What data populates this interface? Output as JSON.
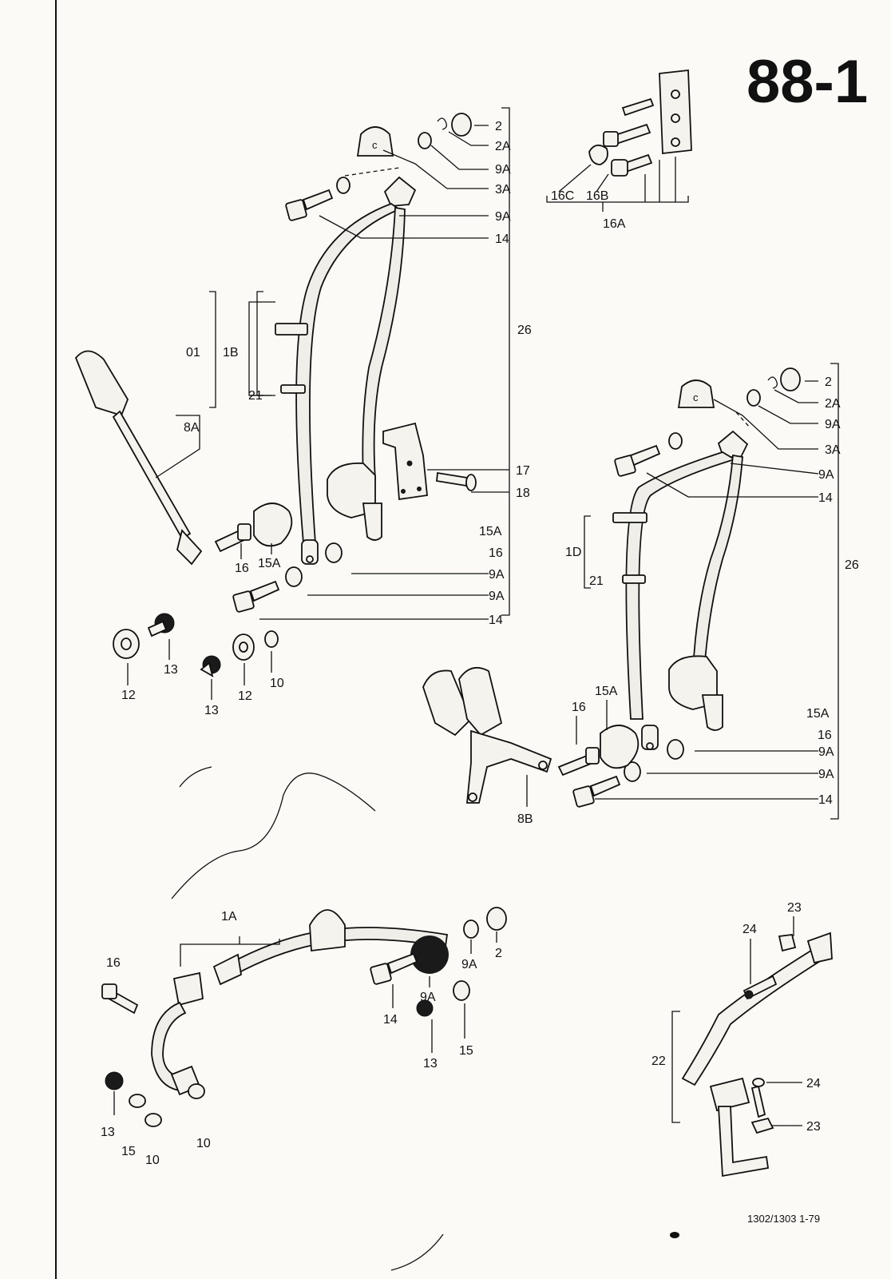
{
  "page_number": "88-1",
  "footer_code": "1302/1303   1-79",
  "callouts": {
    "upper_left": {
      "c2": "2",
      "c2a": "2A",
      "c9a_a": "9A",
      "c3a": "3A",
      "c9a_b": "9A",
      "c14_a": "14",
      "c26": "26",
      "c01": "01",
      "c1b": "1B",
      "c21": "21",
      "c8a": "8A",
      "c17": "17",
      "c18": "18",
      "c15a_r": "15A",
      "c16_r": "16",
      "c9a_c": "9A",
      "c9a_d": "9A",
      "c14_b": "14",
      "c16_l": "16",
      "c15a_l": "15A",
      "c12_a": "12",
      "c13_a": "13",
      "c13_b": "13",
      "c12_b": "12",
      "c10": "10"
    },
    "bracket_group": {
      "c16c": "16C",
      "c16b": "16B",
      "c16a": "16A"
    },
    "upper_right": {
      "c2": "2",
      "c2a": "2A",
      "c9a_a": "9A",
      "c3a": "3A",
      "c9a_b": "9A",
      "c14_a": "14",
      "c1d": "1D",
      "c21": "21",
      "c26": "26",
      "c15a_r": "15A",
      "c16_r": "16",
      "c9a_c": "9A",
      "c9a_d": "9A",
      "c14_b": "14",
      "c16_l": "16",
      "c15a_l": "15A",
      "c8b": "8B"
    },
    "lower_left": {
      "c1a": "1A",
      "c16": "16",
      "c2": "2",
      "c9a_a": "9A",
      "c9a_b": "9A",
      "c14": "14",
      "c13_a": "13",
      "c15_a": "15",
      "c13_b": "13",
      "c15_b": "15",
      "c10_a": "10",
      "c10_b": "10"
    },
    "lower_right": {
      "c23_a": "23",
      "c24_a": "24",
      "c22": "22",
      "c24_b": "24",
      "c23_b": "23"
    }
  }
}
